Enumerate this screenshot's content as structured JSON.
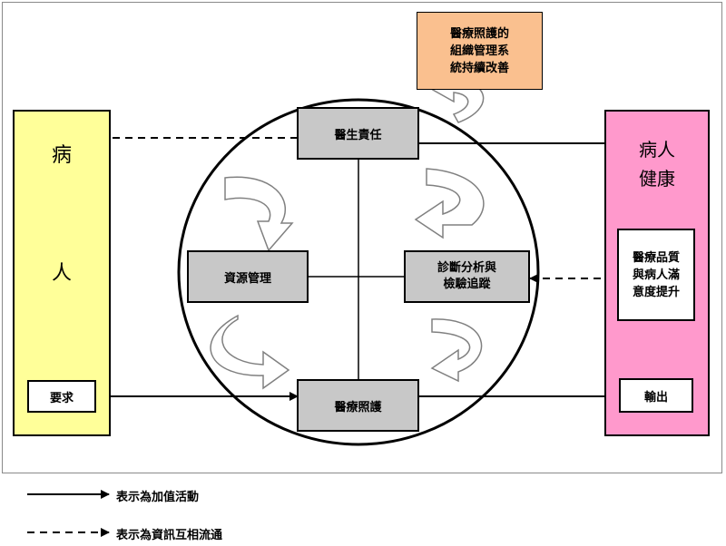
{
  "patient": {
    "char1": "病",
    "char2": "人"
  },
  "request_box": "要求",
  "health": {
    "line1": "病人",
    "line2": "健康"
  },
  "quality_box": {
    "line1": "醫療品質",
    "line2": "與病人滿",
    "line3": "意度提升"
  },
  "output_box": "輸出",
  "improvement_box": {
    "line1": "醫療照護的",
    "line2": "組織管理系",
    "line3": "統持續改善"
  },
  "doctor_responsibility": "醫生責任",
  "resource_management": "資源管理",
  "diagnosis_box": {
    "line1": "診斷分析與",
    "line2": "檢驗追蹤"
  },
  "medical_care": "醫療照護",
  "legend": {
    "solid_arrow_text": "表示為加值活動",
    "dashed_arrow_text": "表示為資訊互相流通"
  },
  "colors": {
    "patient_fill": "#ffff99",
    "health_fill": "#ff99cc",
    "improvement_fill": "#fac08f",
    "process_fill": "#c8c8c8"
  }
}
